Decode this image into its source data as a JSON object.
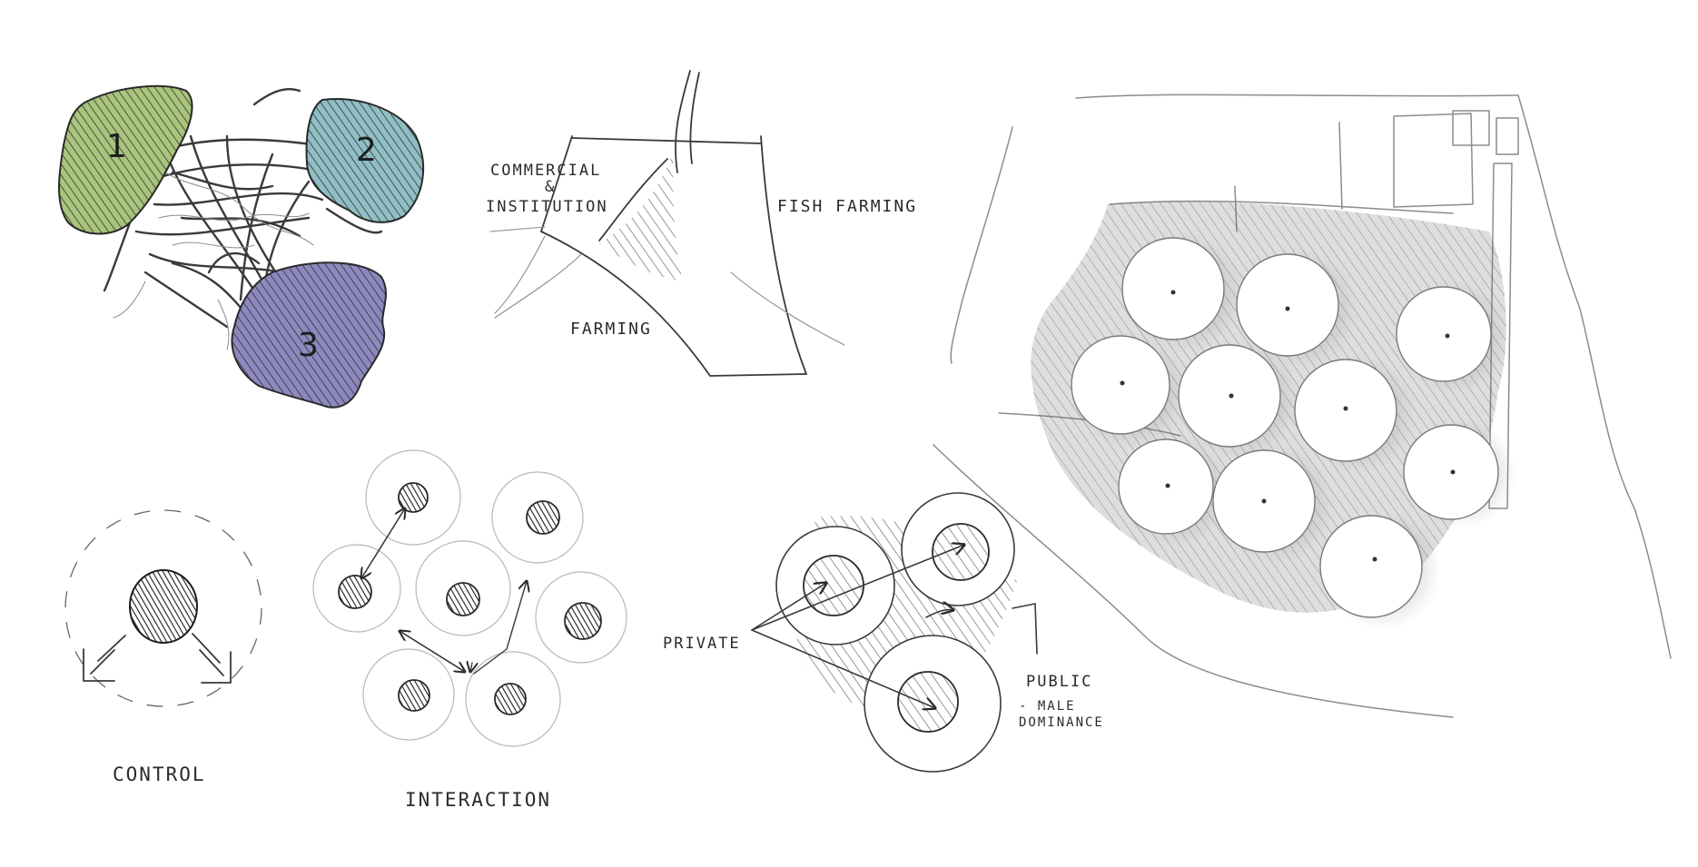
{
  "zones": {
    "zone1": "1",
    "zone2": "2",
    "zone3": "3"
  },
  "zone_colors": {
    "zone1": "#a9c47c",
    "zone2": "#8fbfc4",
    "zone3": "#8d89bf"
  },
  "landuse": {
    "commercial": "COMMERCIAL",
    "ampersand": "&",
    "institution": "INSTITUTION",
    "fish_farming": "FISH FARMING",
    "farming": "FARMING"
  },
  "concepts": {
    "control": "CONTROL",
    "interaction": "INTERACTION"
  },
  "privacy": {
    "private": "PRIVATE",
    "public": "PUBLIC",
    "male_dominance_line1": "- MALE",
    "male_dominance_line2": "DOMINANCE"
  }
}
